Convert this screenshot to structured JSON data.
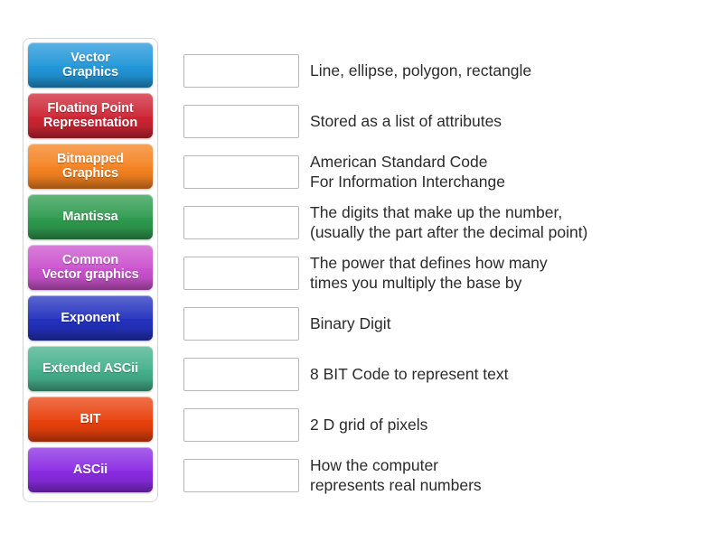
{
  "activity": {
    "type": "match-up-drag-and-drop",
    "background_color": "#ffffff"
  },
  "tiles_panel": {
    "name": "draggable-terms-column",
    "border_color": "#d4d4d4",
    "items": [
      {
        "label": "Vector\nGraphics",
        "color": "#2196D9",
        "name": "tile-vector-graphics"
      },
      {
        "label": "Floating Point\nRepresentation",
        "color": "#CE2434",
        "name": "tile-floating-point-representation"
      },
      {
        "label": "Bitmapped\nGraphics",
        "color": "#F58220",
        "name": "tile-bitmapped-graphics"
      },
      {
        "label": "Mantissa",
        "color": "#2E9B4E",
        "name": "tile-mantissa"
      },
      {
        "label": "Common\nVector graphics",
        "color": "#CB52CE",
        "name": "tile-common-vector-graphics"
      },
      {
        "label": "Exponent",
        "color": "#2331BE",
        "name": "tile-exponent"
      },
      {
        "label": "Extended ASCii",
        "color": "#45B08C",
        "name": "tile-extended-ascii"
      },
      {
        "label": "BIT",
        "color": "#E8400C",
        "name": "tile-bit"
      },
      {
        "label": "ASCii",
        "color": "#8A2BE2",
        "name": "tile-ascii"
      }
    ]
  },
  "rows_panel": {
    "name": "definition-rows",
    "drop_box_placeholder": "",
    "rows": [
      {
        "answer": "",
        "definition": "Line, ellipse, polygon, rectangle"
      },
      {
        "answer": "",
        "definition": "Stored as a list of attributes"
      },
      {
        "answer": "",
        "definition": "American Standard Code\nFor Information Interchange"
      },
      {
        "answer": "",
        "definition": "The digits that make up the number,\n(usually the part after the decimal point)"
      },
      {
        "answer": "",
        "definition": "The power that defines how many\ntimes you multiply the base by"
      },
      {
        "answer": "",
        "definition": "Binary Digit"
      },
      {
        "answer": "",
        "definition": "8 BIT Code to represent text"
      },
      {
        "answer": "",
        "definition": "2 D grid of pixels"
      },
      {
        "answer": "",
        "definition": "How the computer\nrepresents real numbers"
      }
    ]
  }
}
